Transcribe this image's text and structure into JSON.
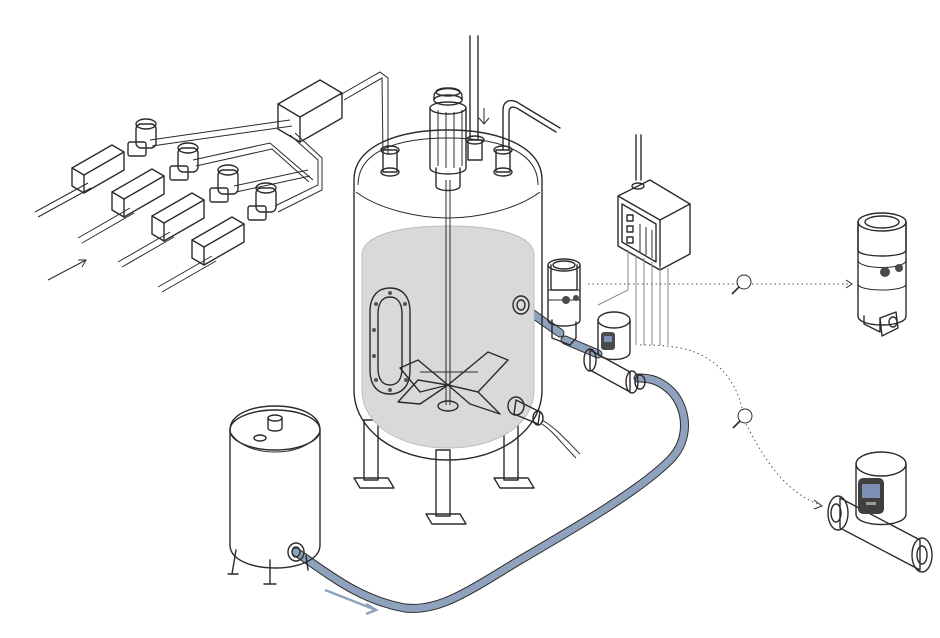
{
  "colors": {
    "background": "#ffffff",
    "outline": "#2b2b2b",
    "vessel_fill": "#efefef",
    "liquid_fill": "#d9d9d9",
    "component_fill": "#cfcfcf",
    "component_dark": "#4a4a4a",
    "process_line": "#8fa2bd",
    "process_line_core": "#ffffff",
    "display_blue": "#7e8fb6",
    "signal_line": "#777777"
  },
  "icons": {
    "magnifier": "magnifier-icon",
    "arrow": "arrow-icon"
  },
  "components": [
    "gas-dosing-assembly",
    "storage-tank",
    "reactor-vessel",
    "agitator-motor",
    "sight-glass",
    "agitator-impeller",
    "transmitter-junction-box",
    "sensor-housing",
    "flow-meter",
    "temperature-probe",
    "detail-sensor",
    "detail-flow-meter"
  ]
}
